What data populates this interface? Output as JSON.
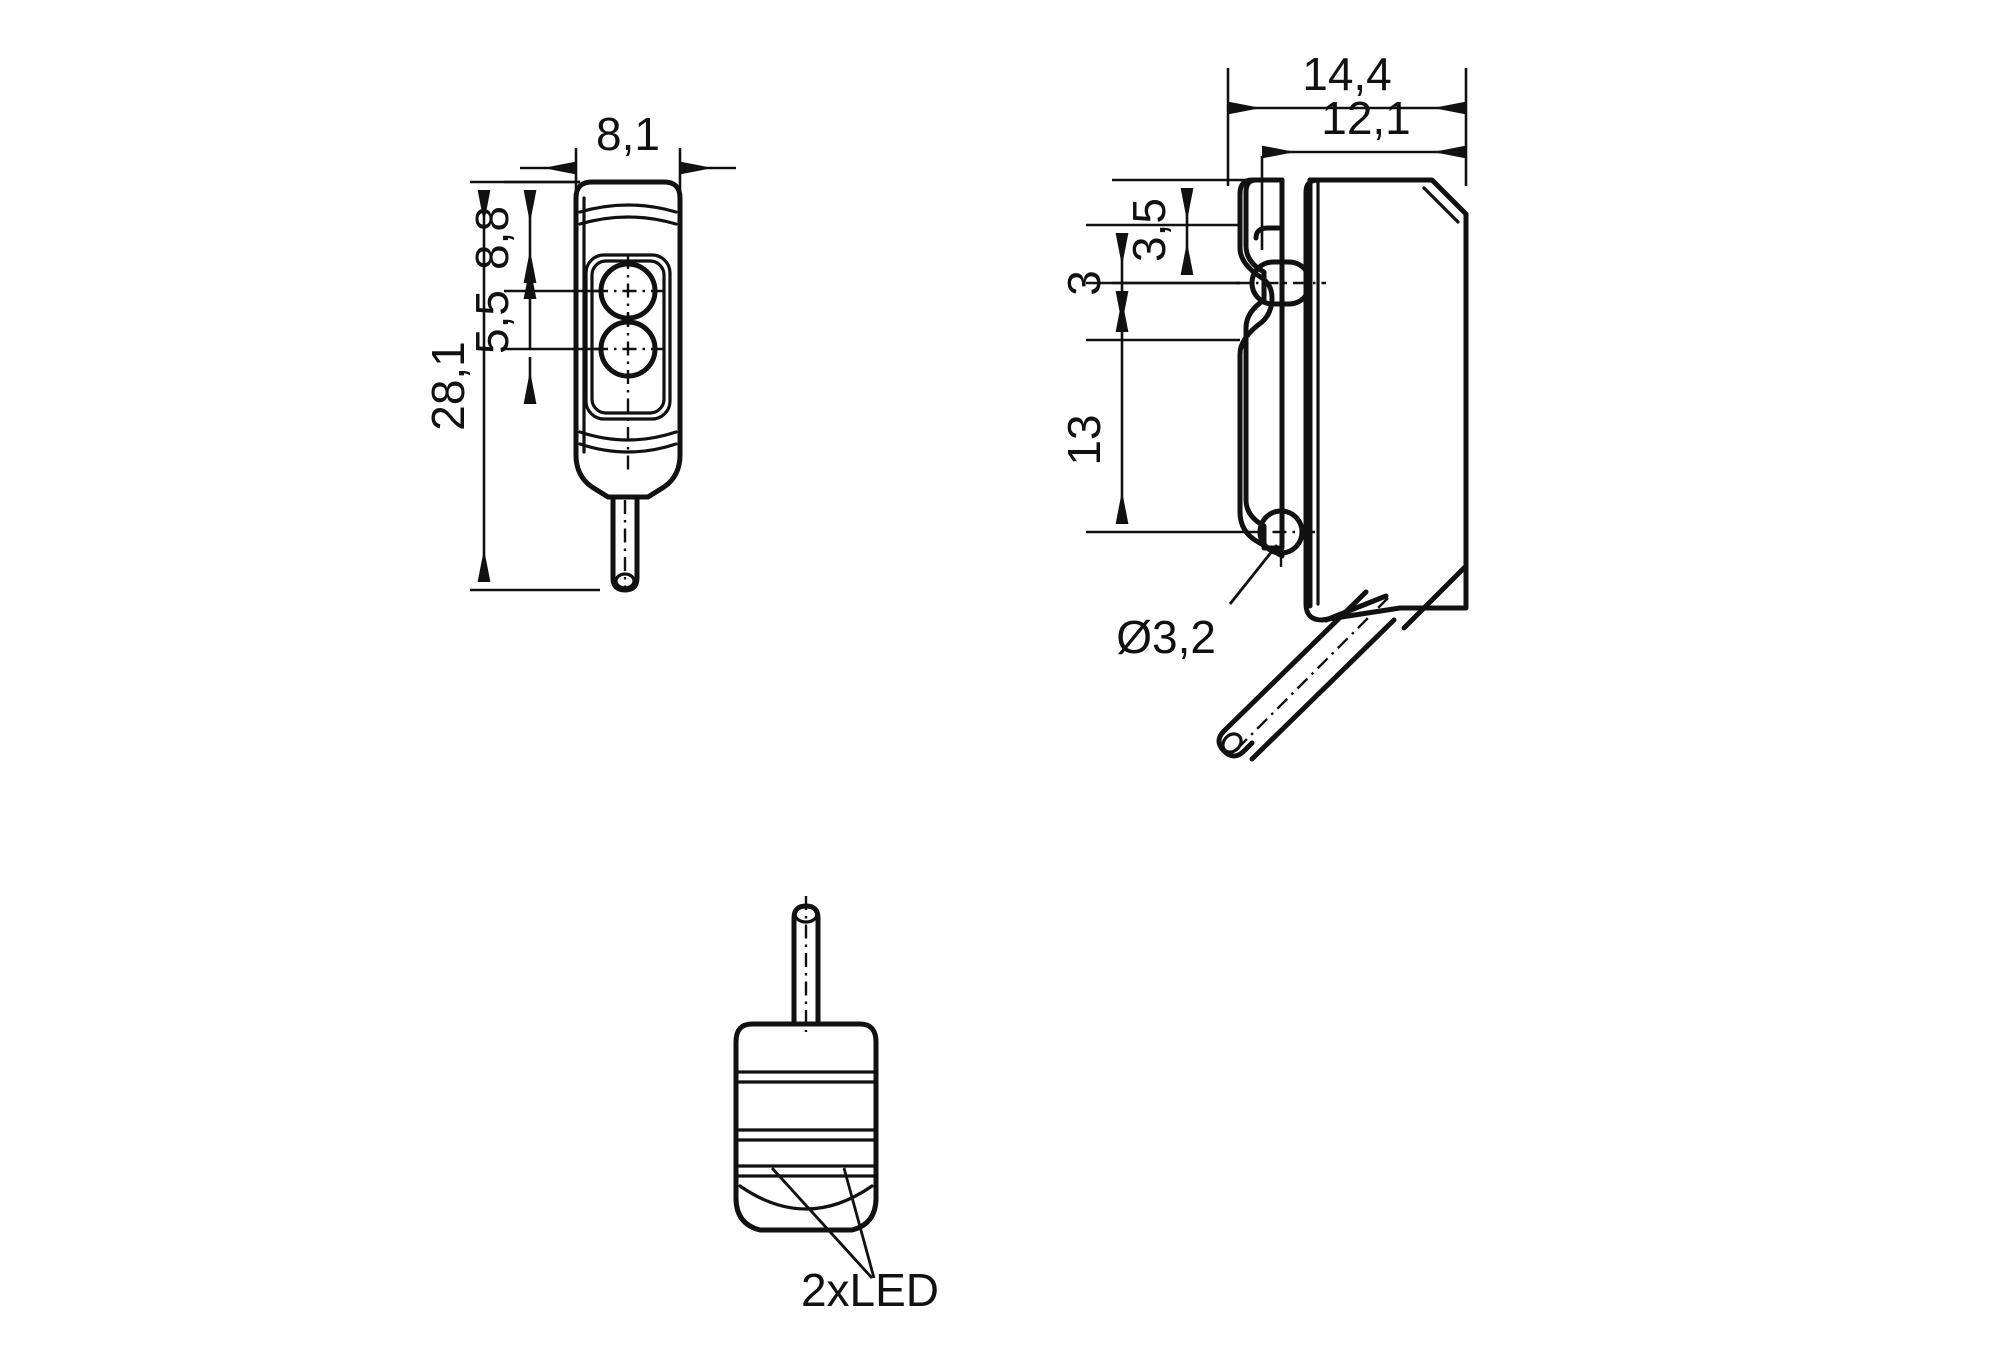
{
  "drawing": {
    "title": "Photoelectric sensor dimensional drawing",
    "units": "mm",
    "line_color": "#111111",
    "background": "#ffffff"
  },
  "views": {
    "front": {
      "name": "front-view",
      "dimensions": {
        "width": "8,1",
        "total_height": "28,1",
        "upper_hole_offset": "8,8",
        "hole_spacing": "5,5"
      }
    },
    "side": {
      "name": "side-view",
      "dimensions": {
        "overall_width": "14,4",
        "body_width": "12,1",
        "top_offset": "3,5",
        "edge_offset": "3",
        "hole_spacing": "13",
        "hole_diameter": "Ø3,2"
      }
    },
    "bottom": {
      "name": "bottom-view",
      "labels": {
        "led": "2xLED"
      }
    }
  },
  "annotations": [
    {
      "id": "d-8-1",
      "text": "8,1",
      "view": "front"
    },
    {
      "id": "d-28-1",
      "text": "28,1",
      "view": "front"
    },
    {
      "id": "d-8-8",
      "text": "8,8",
      "view": "front"
    },
    {
      "id": "d-5-5",
      "text": "5,5",
      "view": "front"
    },
    {
      "id": "d-14-4",
      "text": "14,4",
      "view": "side"
    },
    {
      "id": "d-12-1",
      "text": "12,1",
      "view": "side"
    },
    {
      "id": "d-3-5",
      "text": "3,5",
      "view": "side"
    },
    {
      "id": "d-3",
      "text": "3",
      "view": "side"
    },
    {
      "id": "d-13",
      "text": "13",
      "view": "side"
    },
    {
      "id": "d-dia",
      "text": "Ø3,2",
      "view": "side"
    },
    {
      "id": "d-led",
      "text": "2xLED",
      "view": "bottom"
    }
  ]
}
